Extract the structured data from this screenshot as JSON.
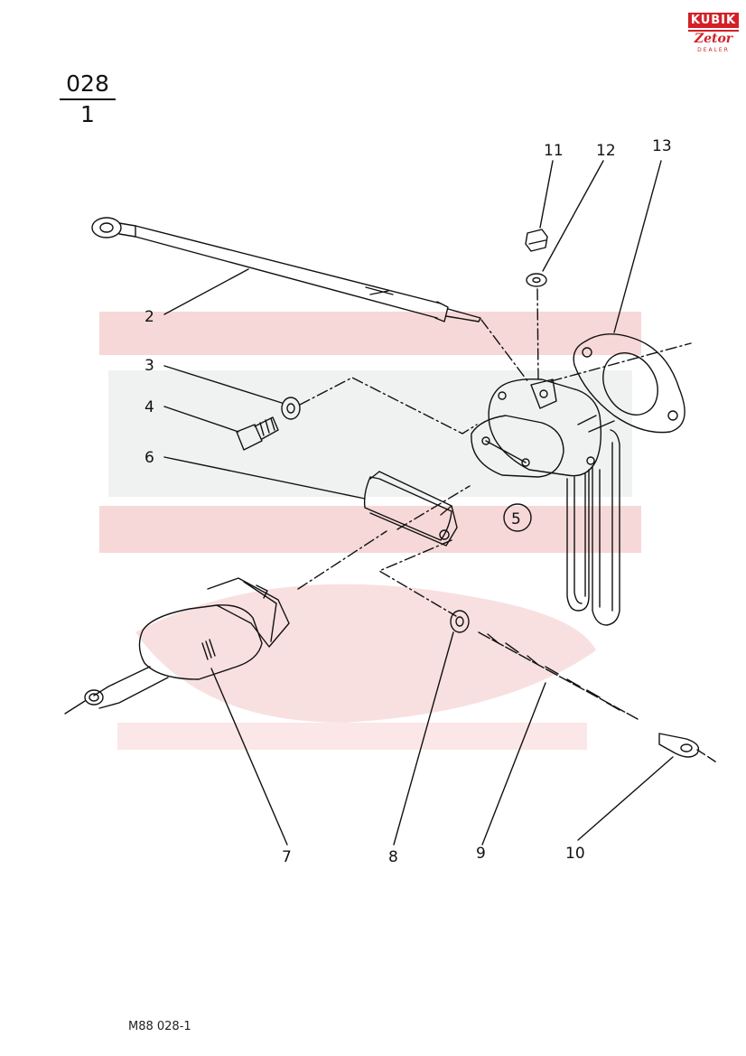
{
  "header": {
    "ref_number": "028",
    "ref_sub": "1"
  },
  "logo": {
    "top": "KUBIK",
    "middle": "Zetor",
    "bottom": "DEALER"
  },
  "footer": {
    "code": "M88  028-1"
  },
  "parts": {
    "p2": "2",
    "p3": "3",
    "p4": "4",
    "p5": "5",
    "p6": "6",
    "p7": "7",
    "p8": "8",
    "p9": "9",
    "p10": "10",
    "p11": "11",
    "p12": "12",
    "p13": "13"
  },
  "colors": {
    "watermark_red": "#f4c9c9",
    "watermark_gray": "#e7ece9",
    "brand_red": "#d32027",
    "line": "#111111"
  }
}
